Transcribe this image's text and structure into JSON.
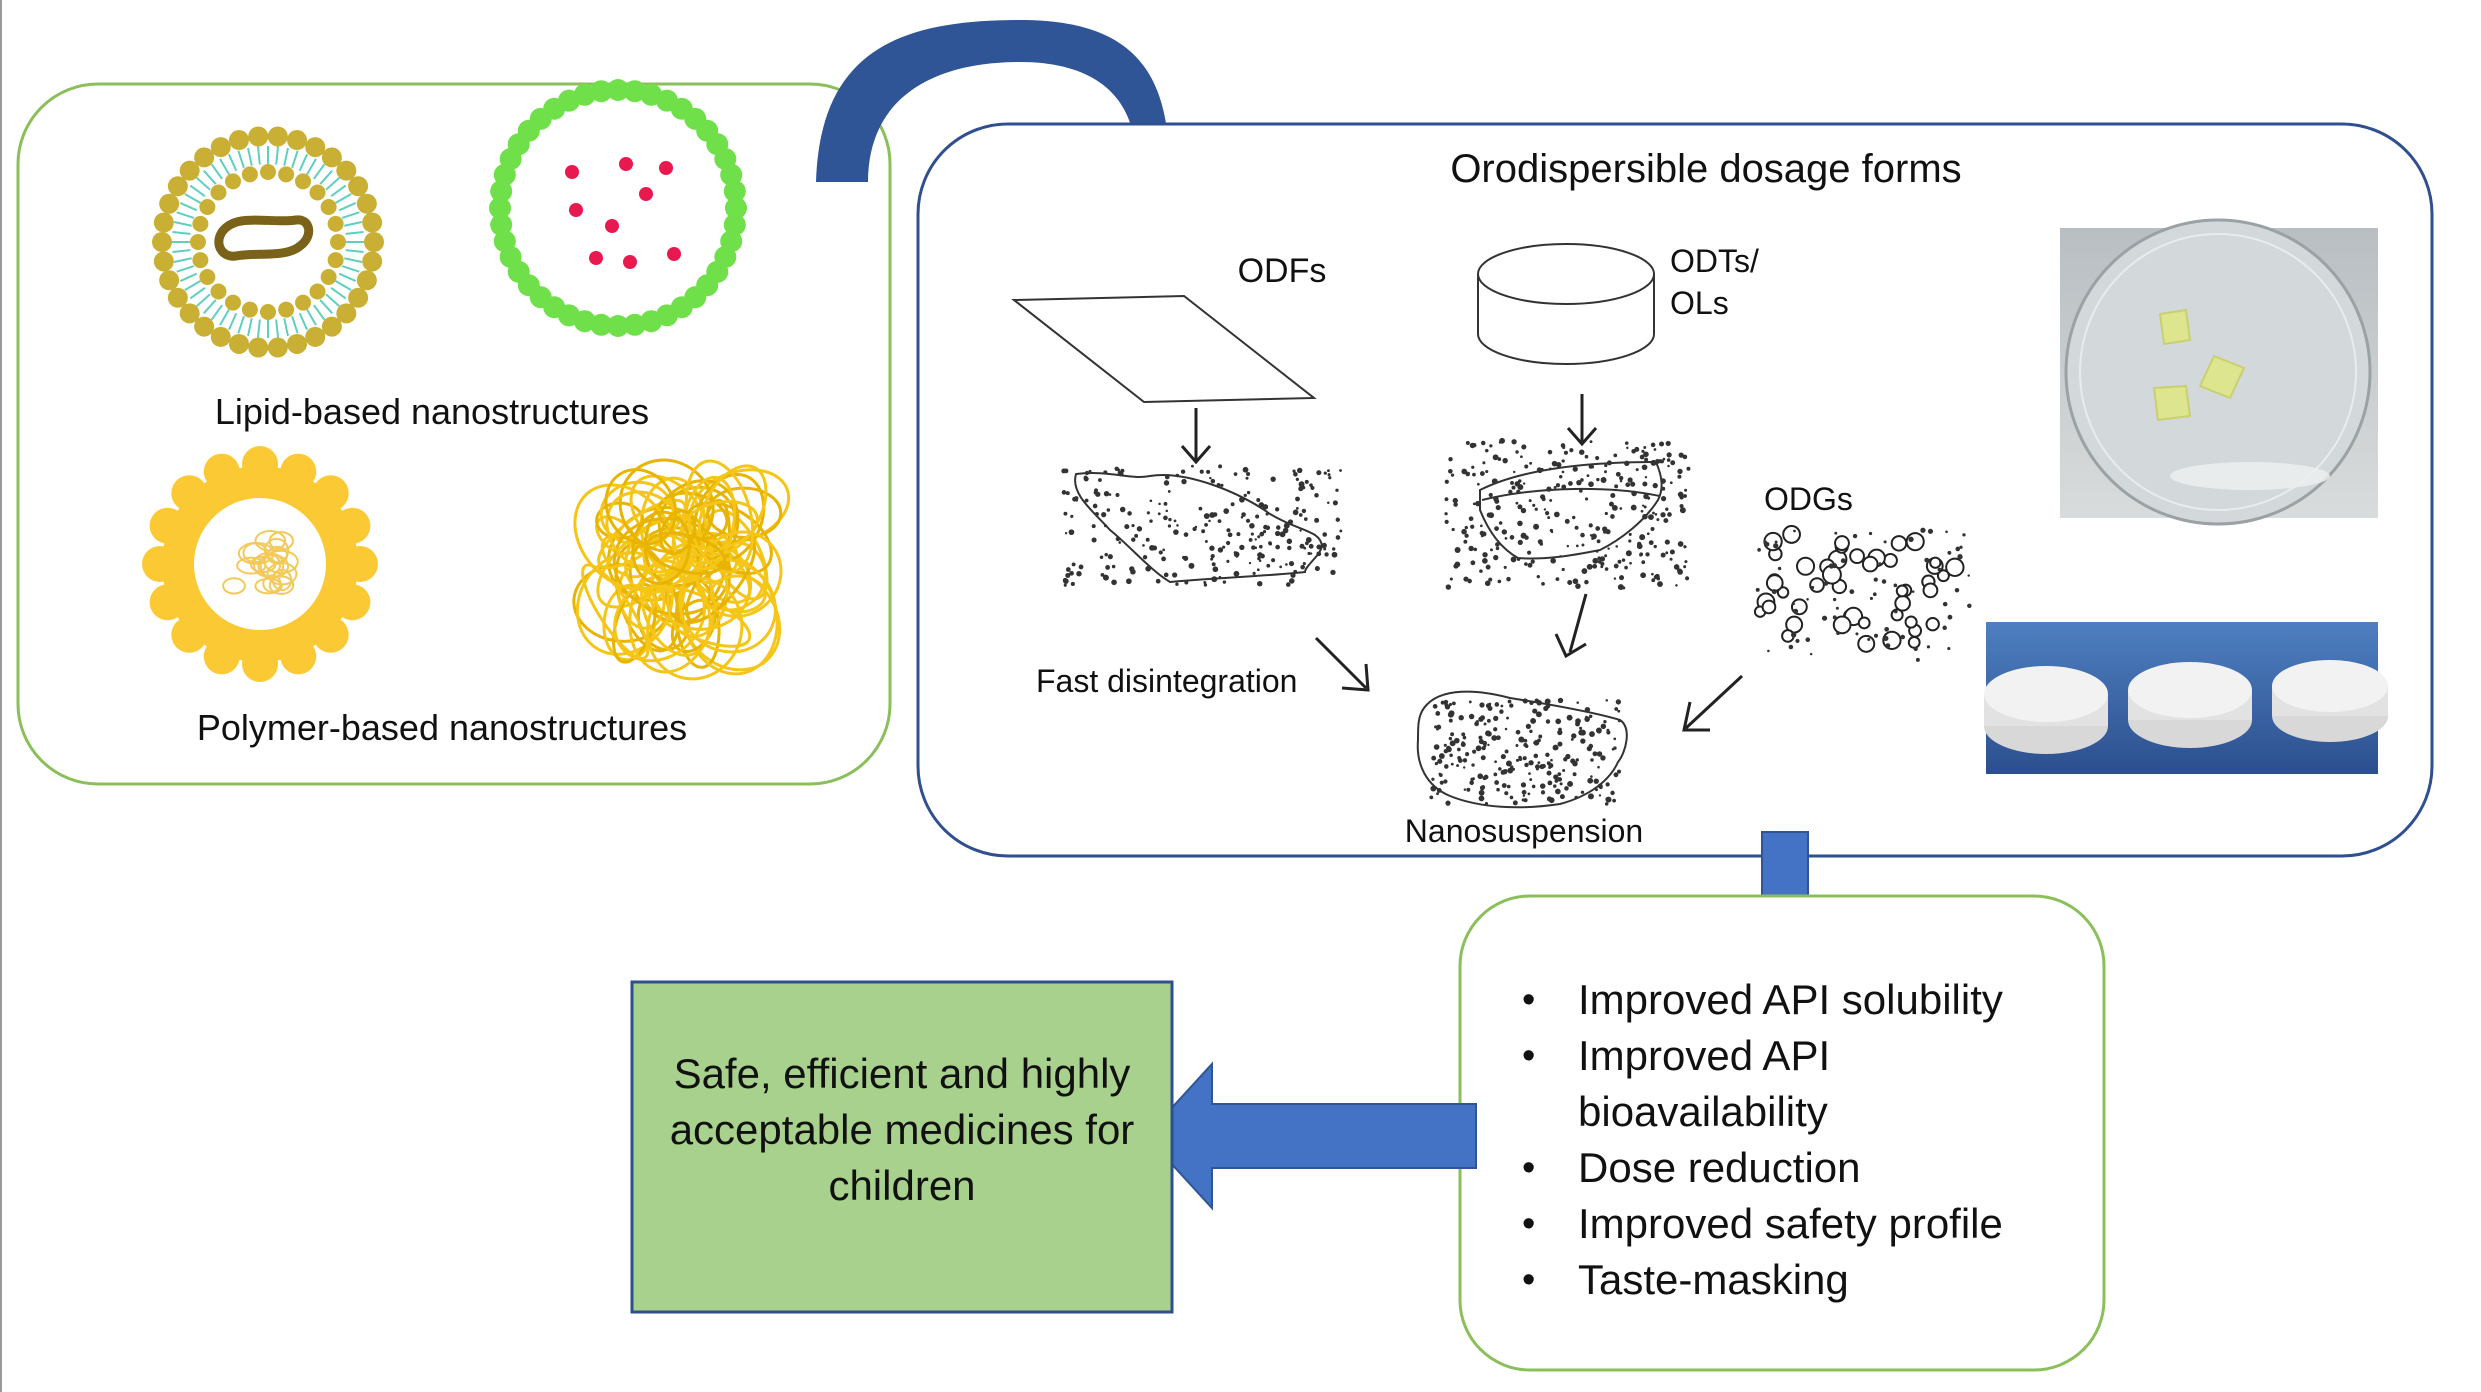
{
  "nanostructures": {
    "lipid_label": "Lipid-based nanostructures",
    "polymer_label": "Polymer-based nanostructures"
  },
  "dosage_forms": {
    "title": "Orodispersible dosage forms",
    "odf_label": "ODFs",
    "odt_label_line1": "ODTs/",
    "odt_label_line2": "OLs",
    "odg_label": "ODGs",
    "fast_label": "Fast disintegration",
    "nano_label": "Nanosuspension"
  },
  "benefits": [
    "Improved API solubility",
    "Improved API bioavailability",
    "Dose reduction",
    "Improved safety profile",
    "Taste-masking"
  ],
  "outcome": "Safe, efficient and highly acceptable medicines for children",
  "colors": {
    "green_border": "#8bbf5a",
    "blue_border": "#2f4f8f",
    "arrow_blue": "#4472c4",
    "outcome_fill": "#a9d18e",
    "outcome_border": "#2f4f8f",
    "liposome_gold": "#c9b035",
    "lipid_tails": "#5fcfc0",
    "nanoparticle_green": "#70e04a",
    "drug_red": "#e8194f",
    "polymer_yellow": "#fbc934"
  }
}
